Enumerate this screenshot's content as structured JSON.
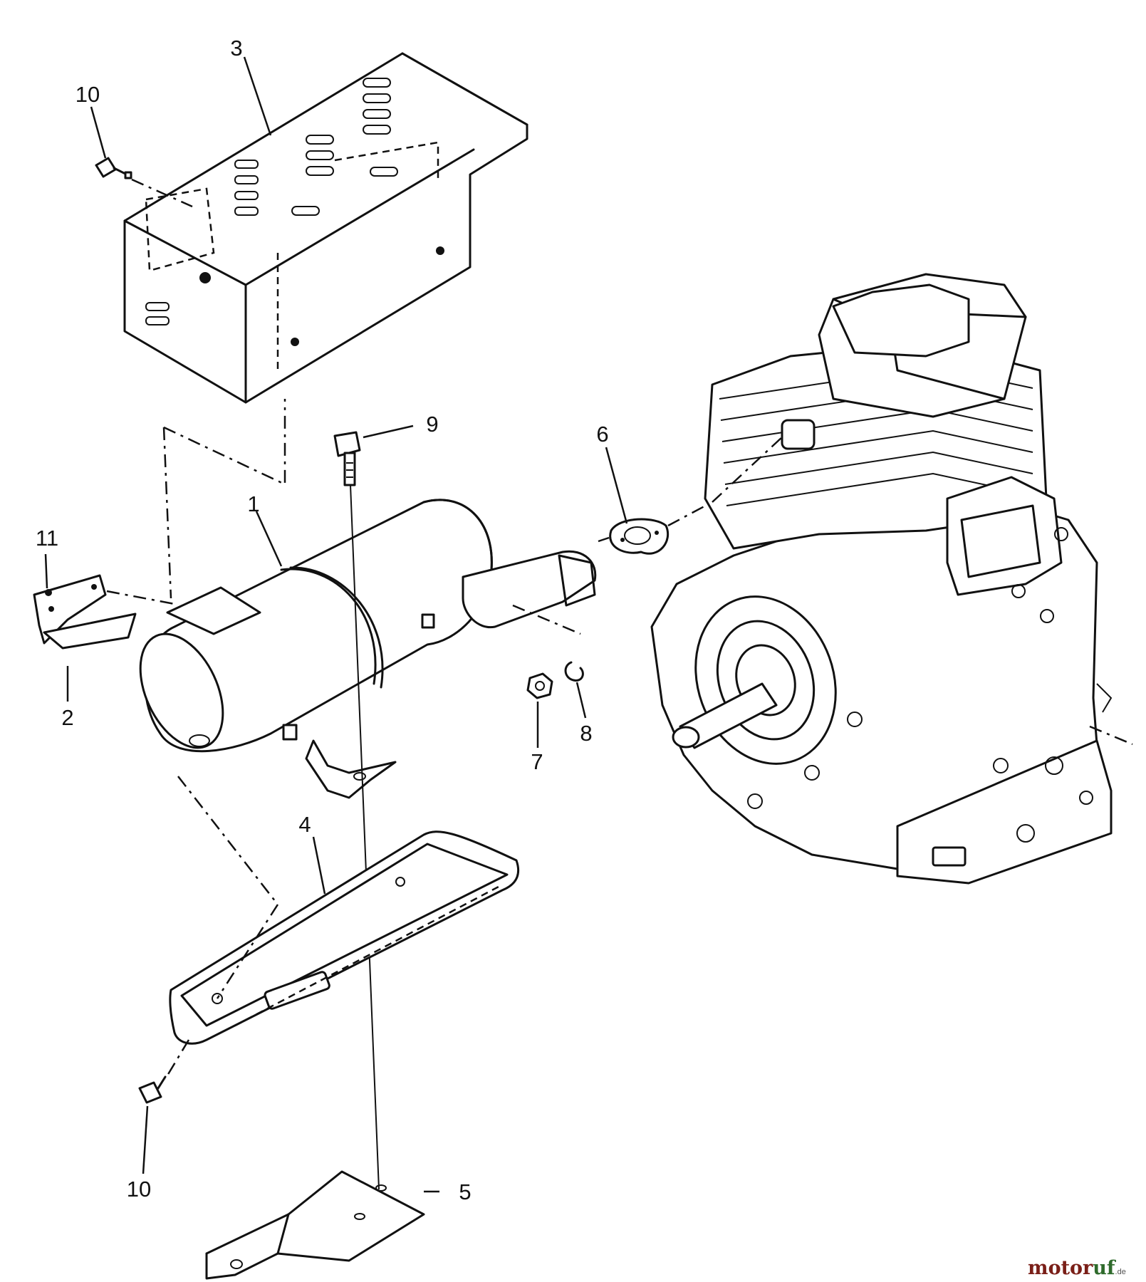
{
  "callouts": {
    "c1": "1",
    "c2": "2",
    "c3": "3",
    "c4": "4",
    "c5": "5",
    "c6": "6",
    "c7": "7",
    "c8": "8",
    "c9": "9",
    "c10_top": "10",
    "c10_bottom": "10",
    "c11": "11"
  },
  "watermark": {
    "part1": "motor",
    "part2": "uf",
    "tld": ".de"
  }
}
